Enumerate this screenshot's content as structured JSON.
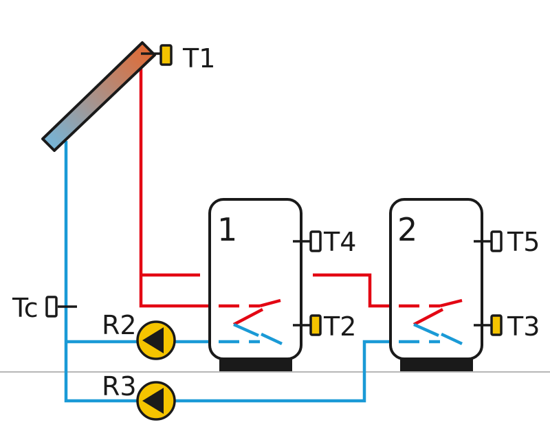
{
  "colors": {
    "hot_pipe": "#e30613",
    "cold_pipe": "#1a9ad6",
    "sensor_fill": "#f5c400",
    "sensor_empty": "#ffffff",
    "pump_fill": "#f5c400",
    "collector_top": "#e8662a",
    "collector_bottom": "#6fb9e1"
  },
  "sensors": [
    {
      "id": "t1",
      "label": "T1",
      "filled": true
    },
    {
      "id": "t4",
      "label": "T4",
      "filled": false
    },
    {
      "id": "t2",
      "label": "T2",
      "filled": true
    },
    {
      "id": "t5",
      "label": "T5",
      "filled": false
    },
    {
      "id": "t3",
      "label": "T3",
      "filled": true
    },
    {
      "id": "tc",
      "label": "Tc",
      "filled": false
    }
  ],
  "tanks": [
    {
      "id": "tank-1",
      "label": "1"
    },
    {
      "id": "tank-2",
      "label": "2"
    }
  ],
  "pumps": [
    {
      "id": "r2",
      "label": "R2"
    },
    {
      "id": "r3",
      "label": "R3"
    }
  ],
  "icons": {
    "collector": "solar-collector-icon",
    "pump": "pump-icon",
    "sensor": "temperature-sensor-icon",
    "tank": "storage-tank-icon"
  }
}
